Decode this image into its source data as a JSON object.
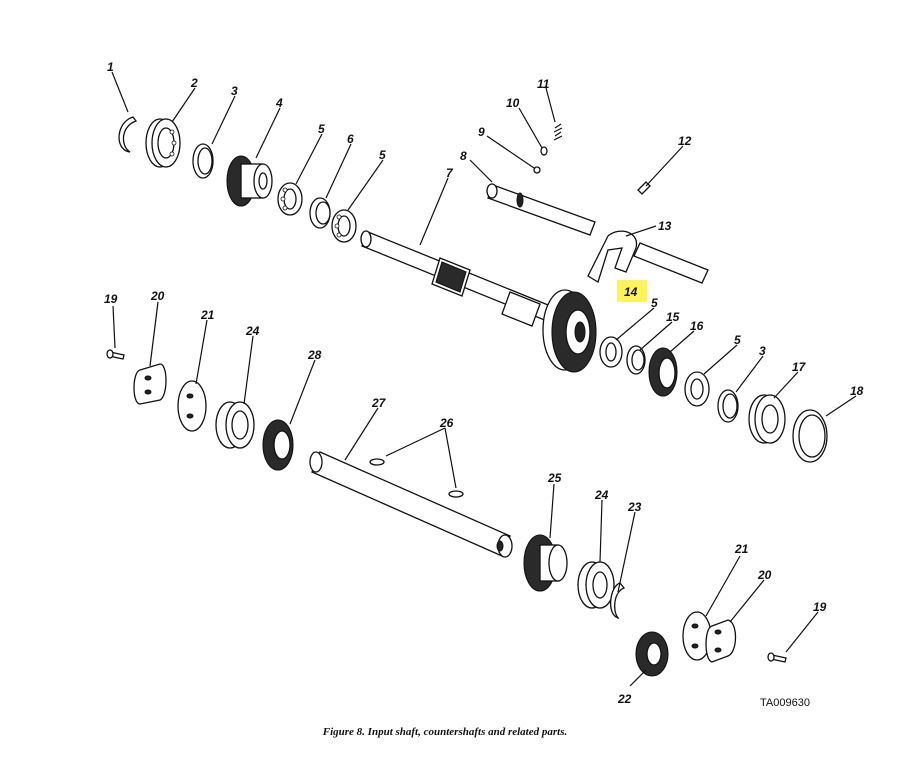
{
  "figure": {
    "caption": "Figure 8. Input shaft, countershafts and related parts.",
    "drawing_code": "TA009630",
    "highlight_color": "#fff35a",
    "highlighted_callout": "14"
  },
  "callouts": {
    "c1": "1",
    "c2": "2",
    "c3": "3",
    "c4": "4",
    "c5a": "5",
    "c6": "6",
    "c5b": "5",
    "c7": "7",
    "c8": "8",
    "c9": "9",
    "c10": "10",
    "c11": "11",
    "c12": "12",
    "c13": "13",
    "c14": "14",
    "c5c": "5",
    "c15": "15",
    "c16": "16",
    "c5d": "5",
    "c3b": "3",
    "c17": "17",
    "c18": "18",
    "c19a": "19",
    "c20a": "20",
    "c21a": "21",
    "c24a": "24",
    "c28": "28",
    "c27": "27",
    "c26": "26",
    "c25": "25",
    "c24b": "24",
    "c23": "23",
    "c21b": "21",
    "c20b": "20",
    "c19b": "19",
    "c22": "22"
  }
}
